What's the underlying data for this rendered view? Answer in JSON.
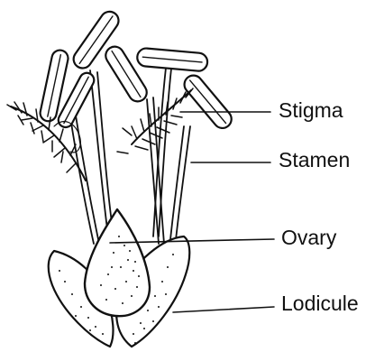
{
  "diagram": {
    "labels": {
      "stigma": "Stigma",
      "stamen": "Stamen",
      "ovary": "Ovary",
      "lodicule": "Lodicule"
    },
    "colors": {
      "ink": "#111111",
      "background": "#ffffff"
    }
  }
}
